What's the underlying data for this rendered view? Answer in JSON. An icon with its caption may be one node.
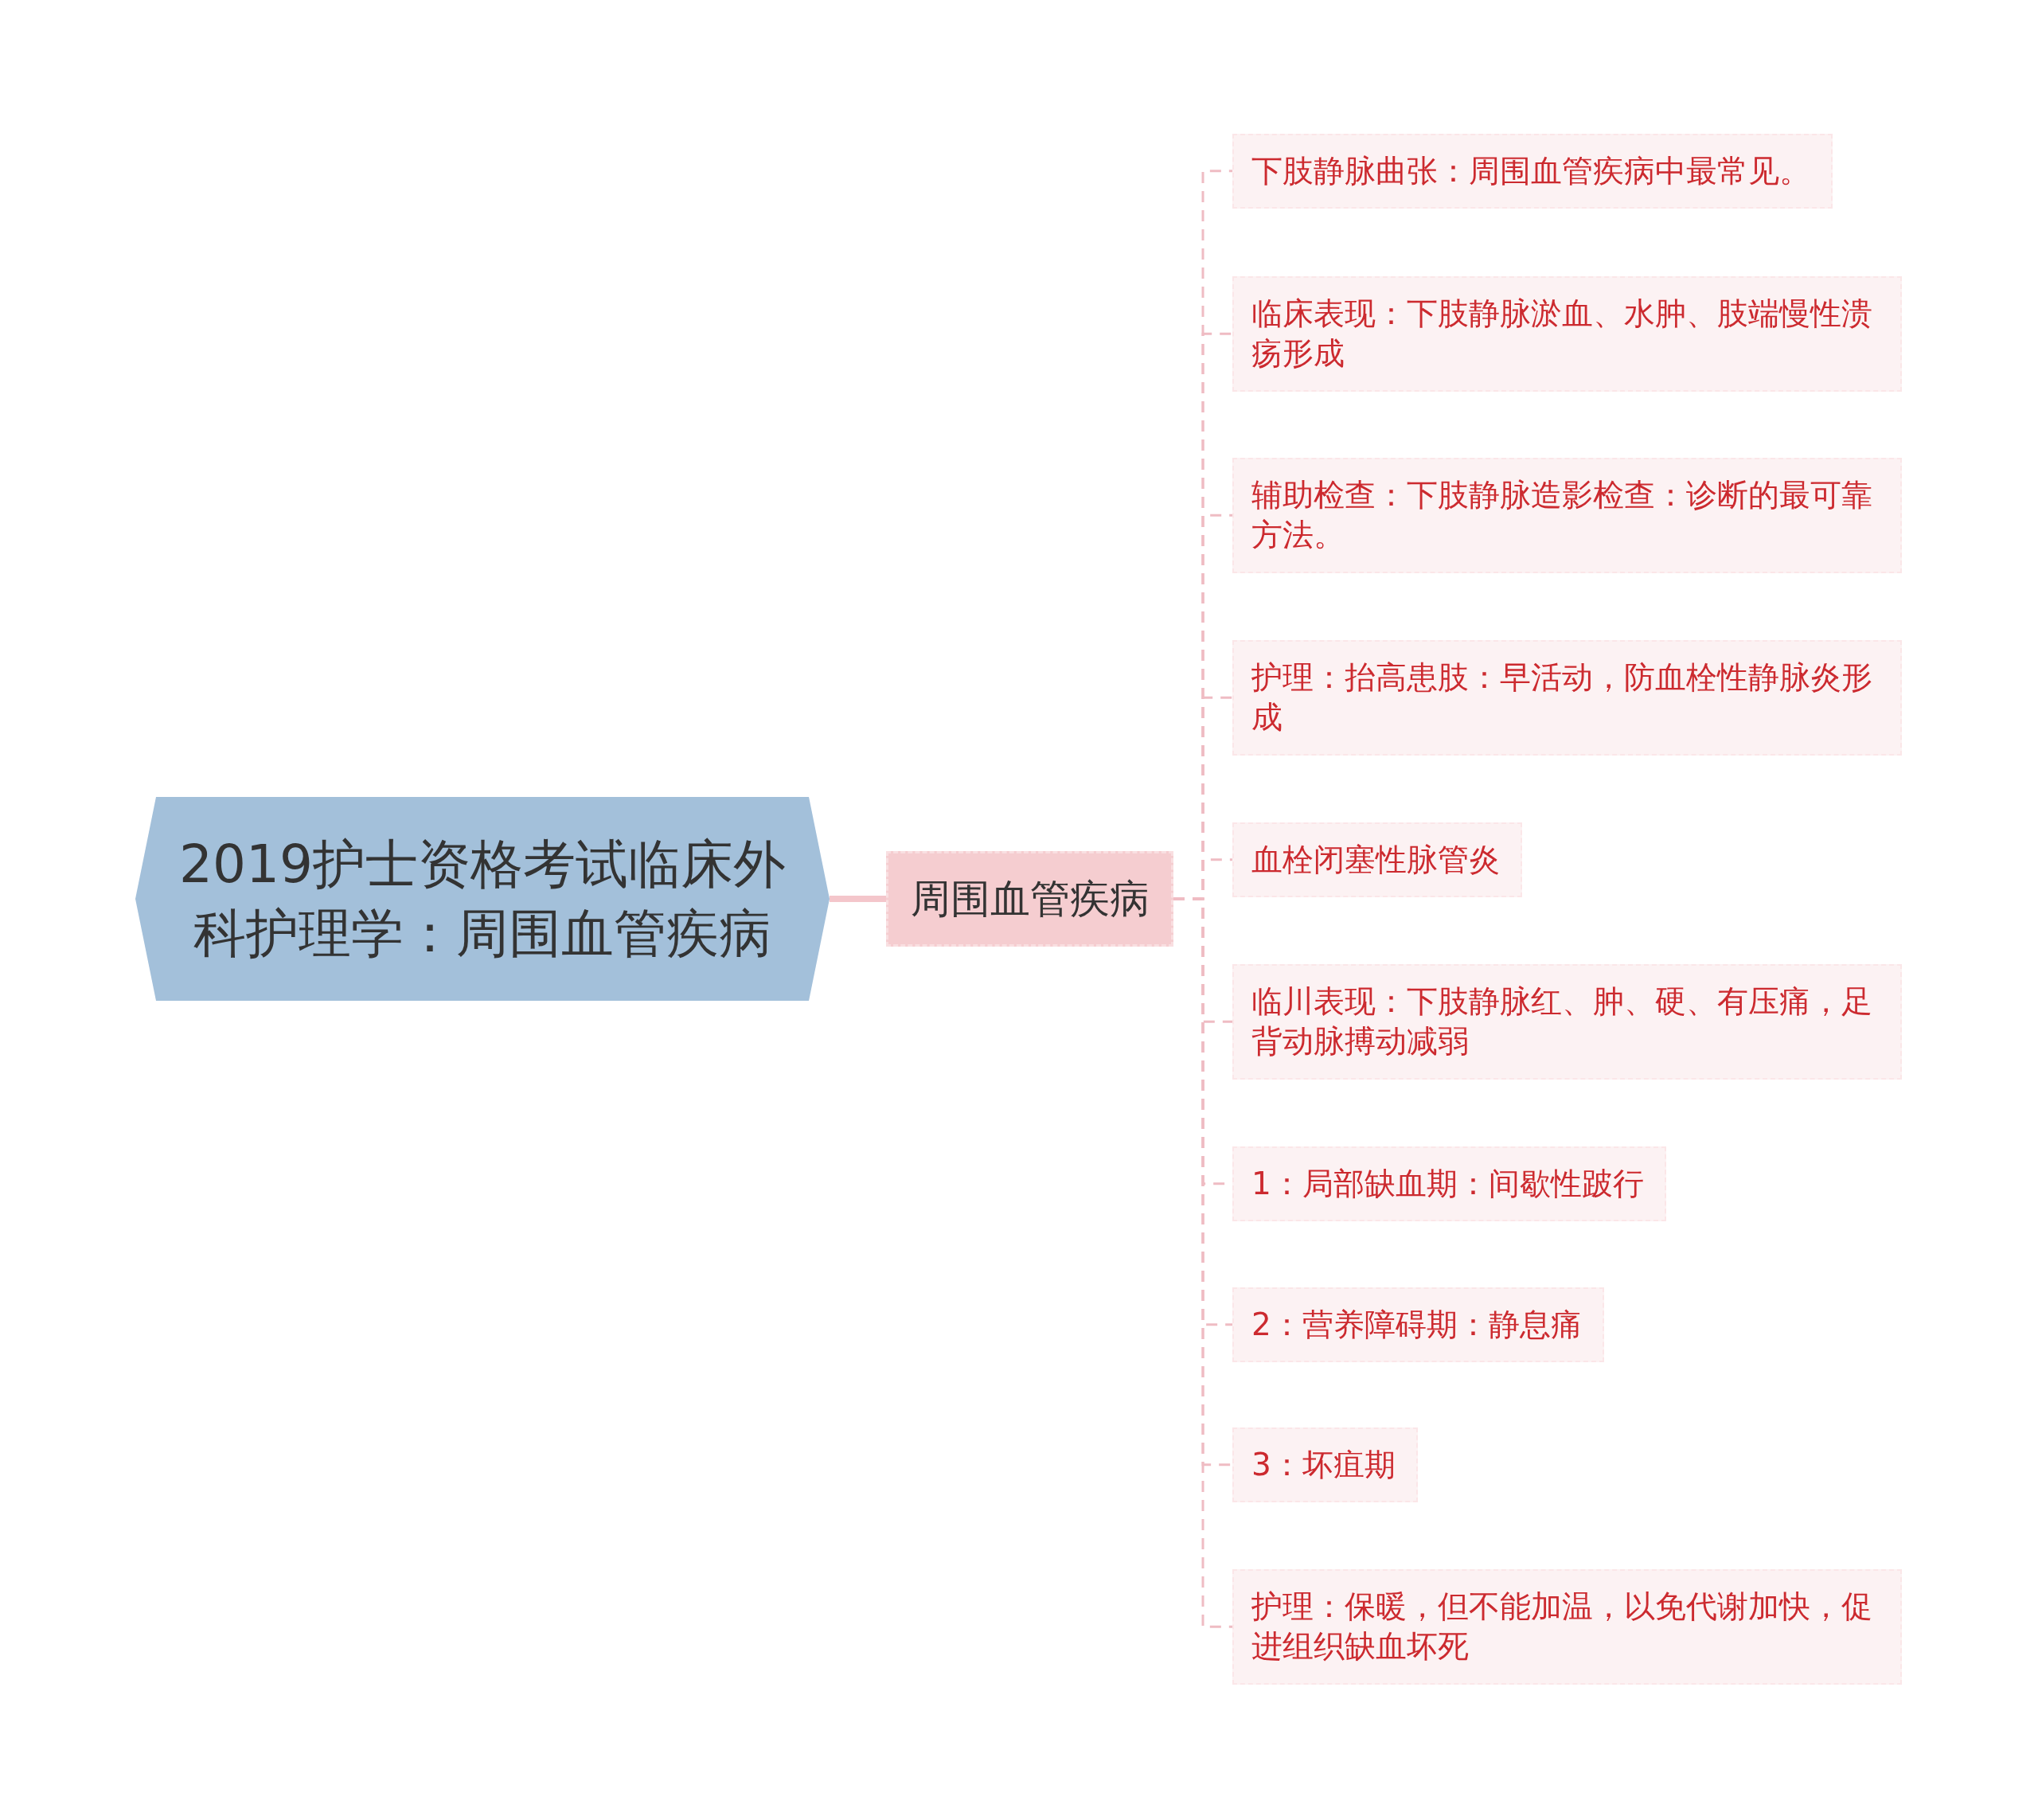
{
  "diagram": {
    "nodes": [
      {
        "text": [
          "2019护士资格考试临床外科护理学：周围血管疾病"
        ]
      },
      {
        "text": [
          "周围血管疾病"
        ]
      },
      {
        "text": [
          "下肢静脉曲张：周围血管疾病中最常见。"
        ]
      },
      {
        "text": [
          "临床表现：下肢静脉淤血、水肿、肢端慢性溃疡形成"
        ]
      },
      {
        "text": [
          "辅助检查：下肢静脉造影检查：诊断的最可靠方法。"
        ]
      },
      {
        "text": [
          "护理：抬高患肢：早活动，防血栓性静脉炎形成"
        ]
      },
      {
        "text": [
          "血栓闭塞性脉管炎"
        ]
      },
      {
        "text": [
          "临川表现：下肢静脉红、肿、硬、有压痛，足背动脉搏动减弱"
        ]
      },
      {
        "text": [
          "1：局部缺血期：间歇性跛行"
        ]
      },
      {
        "text": [
          "2：营养障碍期：静息痛"
        ]
      },
      {
        "text": [
          "3：坏疽期"
        ]
      },
      {
        "text": [
          "护理：保暖，但不能加温，以免代谢加快，促进组织缺血坏死"
        ]
      }
    ],
    "edges": [
      {
        "from": 0,
        "to": 1,
        "arrow": "none",
        "style": "thick"
      },
      {
        "from": 1,
        "to": 2,
        "arrow": "none",
        "style": "dashed"
      },
      {
        "from": 1,
        "to": 3,
        "arrow": "none",
        "style": "dashed"
      },
      {
        "from": 1,
        "to": 4,
        "arrow": "none",
        "style": "dashed"
      },
      {
        "from": 1,
        "to": 5,
        "arrow": "none",
        "style": "dashed"
      },
      {
        "from": 1,
        "to": 6,
        "arrow": "none",
        "style": "dashed"
      },
      {
        "from": 1,
        "to": 7,
        "arrow": "none",
        "style": "dashed"
      },
      {
        "from": 1,
        "to": 8,
        "arrow": "none",
        "style": "dashed"
      },
      {
        "from": 1,
        "to": 9,
        "arrow": "none",
        "style": "dashed"
      },
      {
        "from": 1,
        "to": 10,
        "arrow": "none",
        "style": "dashed"
      },
      {
        "from": 1,
        "to": 11,
        "arrow": "none",
        "style": "dashed"
      }
    ]
  }
}
